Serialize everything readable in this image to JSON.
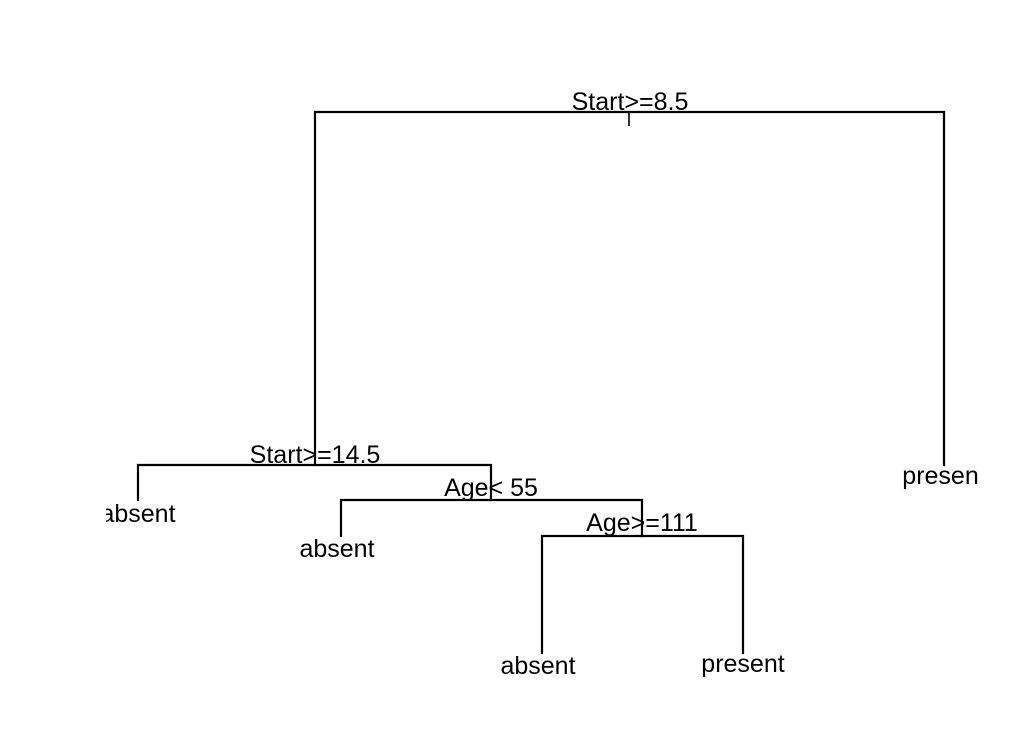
{
  "tree": {
    "splits": {
      "root": "Start>=8.5",
      "left": "Start>=14.5",
      "left_right": "Age< 55",
      "left_right_right": "Age>=111"
    },
    "leaves": {
      "leaf_1": "absent",
      "leaf_2": "absent",
      "leaf_3": "absent",
      "leaf_4": "present",
      "leaf_5": "present"
    }
  }
}
